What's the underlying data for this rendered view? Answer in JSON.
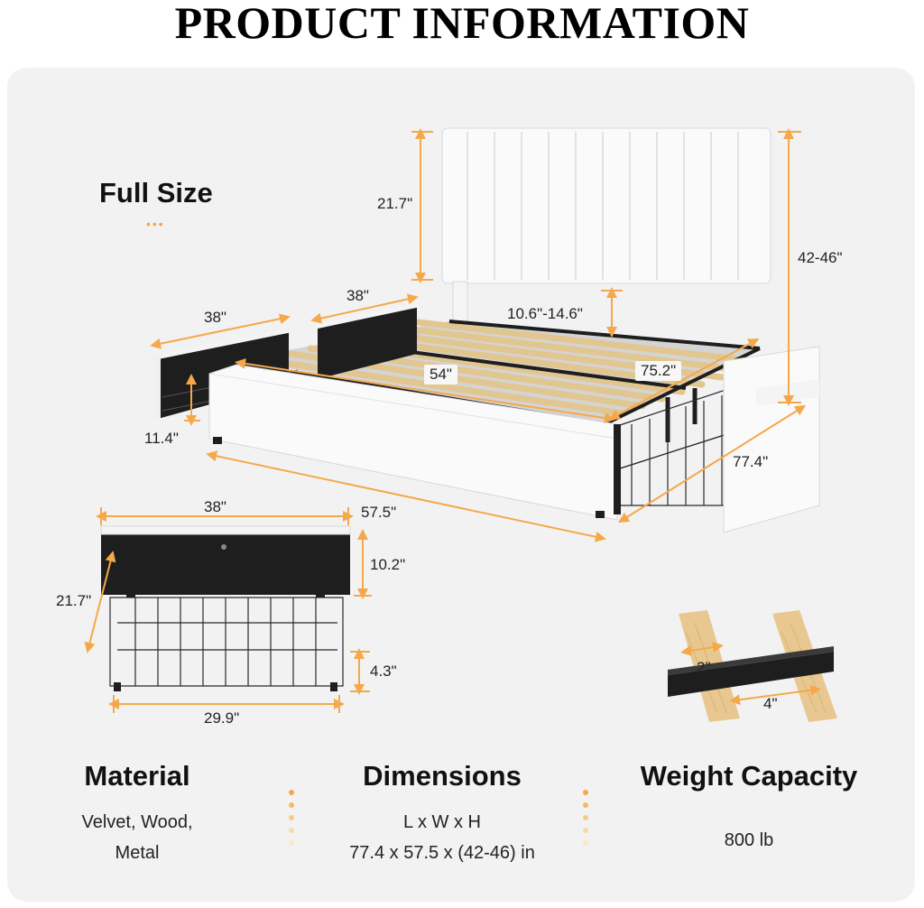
{
  "page": {
    "title": "PRODUCT INFORMATION",
    "size_label": "Full Size",
    "size_dots": "•••"
  },
  "dimensions": {
    "headboard_height": "21.7\"",
    "total_height": "42-46\"",
    "drawer_width_left": "38\"",
    "drawer_width_back": "38\"",
    "clearance": "10.6\"-14.6\"",
    "inner_width": "54\"",
    "inner_length": "75.2\"",
    "side_rail_height": "11.4\"",
    "bed_length": "77.4\"",
    "bed_width": "57.5\"",
    "drawer_length": "38\"",
    "drawer_depth": "21.7\"",
    "drawer_front_height": "10.2\"",
    "drawer_basket_height": "4.3\"",
    "drawer_basket_width": "29.9\"",
    "slat_width": "2\"",
    "slat_gap": "4\""
  },
  "specs": {
    "material": {
      "title": "Material",
      "line1": "Velvet, Wood,",
      "line2": "Metal"
    },
    "dimensions": {
      "title": "Dimensions",
      "line1": "L x W x H",
      "line2": "77.4 x 57.5 x (42-46) in"
    },
    "weight": {
      "title": "Weight Capacity",
      "line1": "800 lb"
    }
  },
  "colors": {
    "accent": "#f5a84a",
    "panel": "#f2f2f2",
    "frame": "#1e1e1e",
    "wood": "#e8c890",
    "upholstery": "#fafafa"
  }
}
